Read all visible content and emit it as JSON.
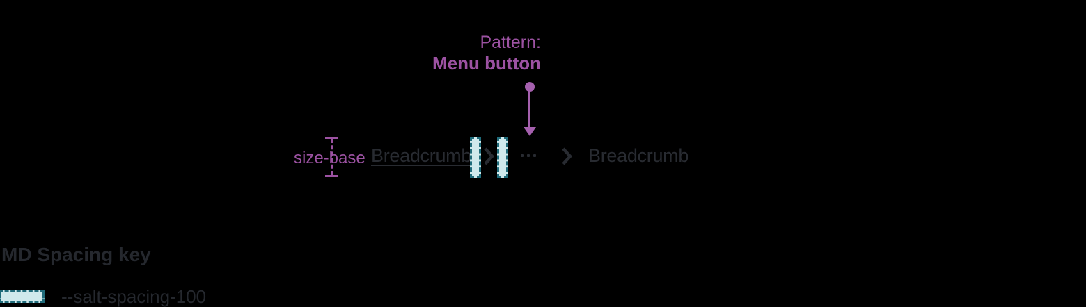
{
  "colors": {
    "background": "#000000",
    "annotation_purple": "#9c52a2",
    "arrow_purple": "#a560ae",
    "spacing_fill": "#cfe9ec",
    "spacing_border": "#1f6b7a",
    "text_dark": "#282b31"
  },
  "annotation": {
    "eyebrow": "Pattern:",
    "title": "Menu button",
    "arrow_icon": "arrow-down-with-dot"
  },
  "measurement": {
    "label": "size-base",
    "bracket_icon": "vertical-measure-bracket"
  },
  "breadcrumb": {
    "items": [
      {
        "label": "Breadcrumb",
        "type": "link"
      },
      {
        "label": "···",
        "type": "overflow-menu-button"
      },
      {
        "label": "Breadcrumb",
        "type": "current-page"
      }
    ],
    "separator_icon": "chevron-right",
    "overflow_icon": "ellipsis"
  },
  "spacing_key": {
    "heading": "MD Spacing key",
    "entries": [
      {
        "swatch_icon": "spacing-swatch",
        "token": "--salt-spacing-100"
      }
    ]
  }
}
